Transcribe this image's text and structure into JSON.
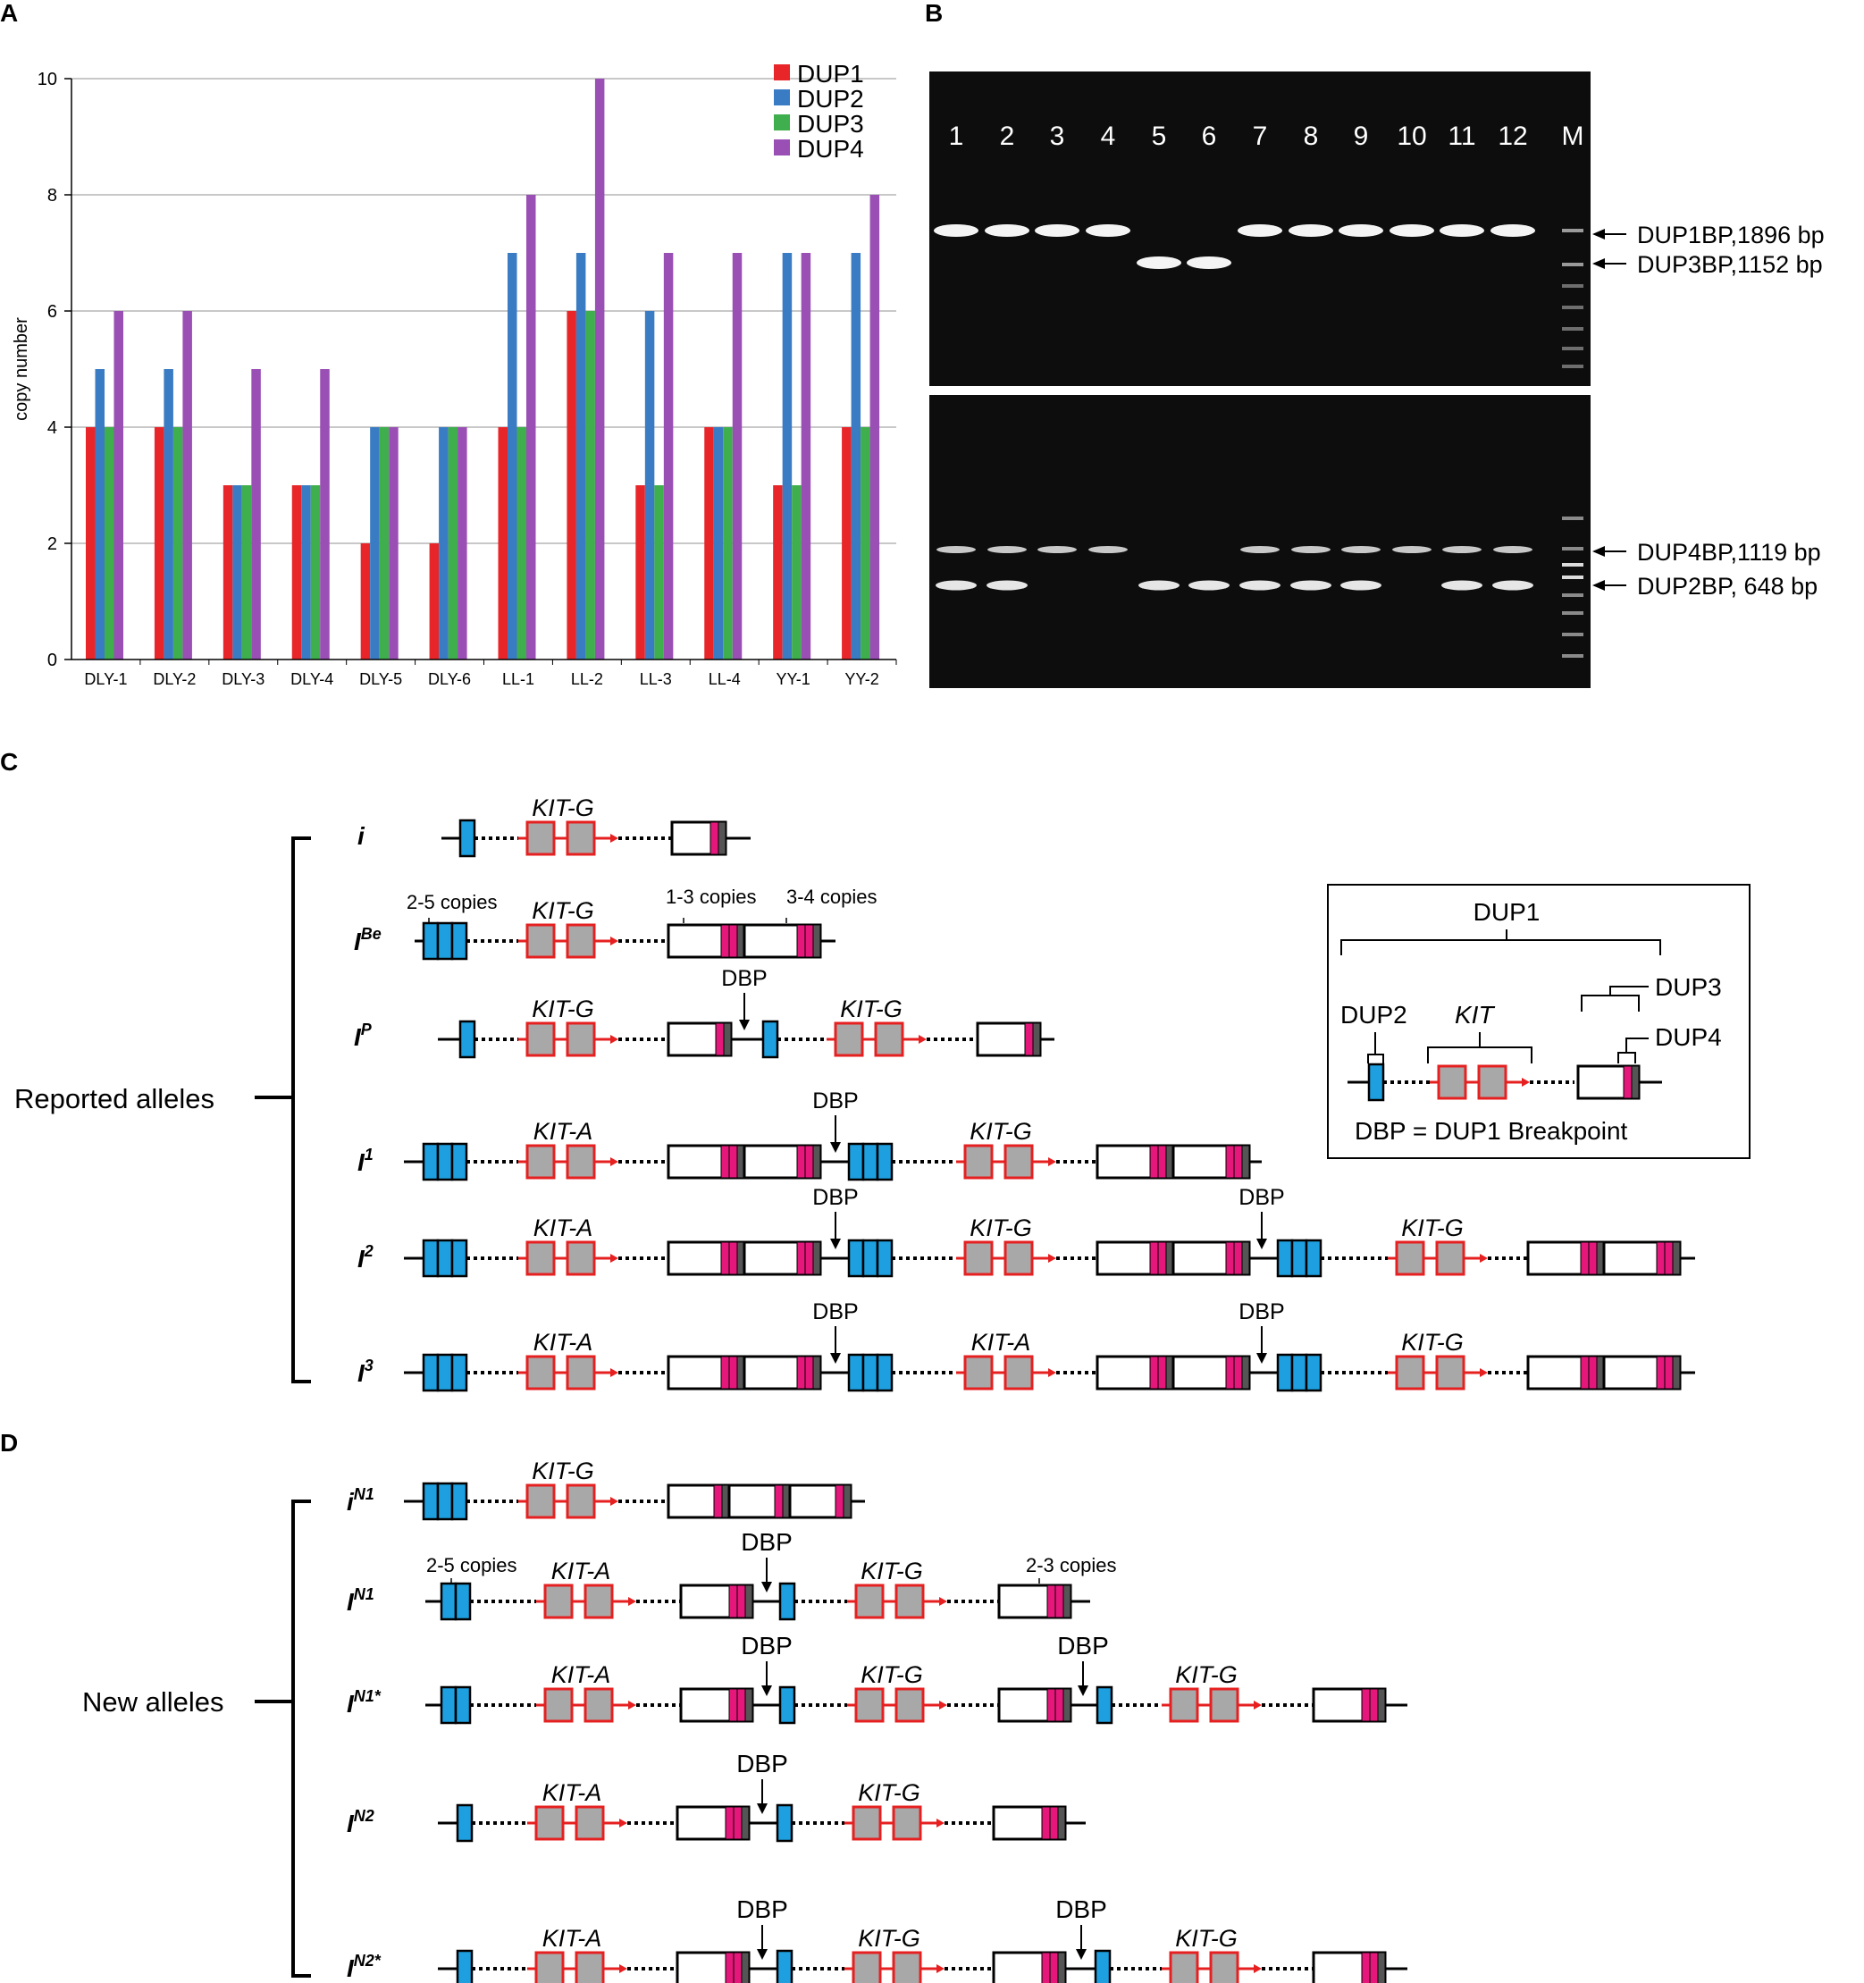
{
  "panel_labels": [
    "A",
    "B",
    "C",
    "D"
  ],
  "colors": {
    "dup1": "#e8262a",
    "dup2": "#3a7cc4",
    "dup3": "#3fae4c",
    "dup4": "#9a4fb5",
    "blue_box": "#1ea0e0",
    "magenta": "#e5177b",
    "grey": "#a8a8a8",
    "red_line": "#e62020",
    "gel_bg": "#0d0d0d"
  },
  "chart_data": {
    "type": "bar",
    "ylabel": "copy number",
    "xlabel": "",
    "ylim": [
      0,
      10
    ],
    "yticks": [
      0,
      2,
      4,
      6,
      8,
      10
    ],
    "grid": true,
    "legend_position": "top-right",
    "categories": [
      "DLY-1",
      "DLY-2",
      "DLY-3",
      "DLY-4",
      "DLY-5",
      "DLY-6",
      "LL-1",
      "LL-2",
      "LL-3",
      "LL-4",
      "YY-1",
      "YY-2"
    ],
    "series": [
      {
        "name": "DUP1",
        "color": "#e8262a",
        "values": [
          4,
          4,
          3,
          3,
          2,
          2,
          4,
          6,
          3,
          4,
          3,
          4
        ]
      },
      {
        "name": "DUP2",
        "color": "#3a7cc4",
        "values": [
          5,
          5,
          3,
          3,
          4,
          4,
          7,
          7,
          6,
          4,
          7,
          7
        ]
      },
      {
        "name": "DUP3",
        "color": "#3fae4c",
        "values": [
          4,
          4,
          3,
          3,
          4,
          4,
          4,
          6,
          3,
          4,
          3,
          4
        ]
      },
      {
        "name": "DUP4",
        "color": "#9a4fb5",
        "values": [
          6,
          6,
          5,
          5,
          4,
          4,
          8,
          10,
          7,
          7,
          7,
          8
        ]
      }
    ]
  },
  "gel": {
    "lanes": [
      "1",
      "2",
      "3",
      "4",
      "5",
      "6",
      "7",
      "8",
      "9",
      "10",
      "11",
      "12",
      "M"
    ],
    "top_bands": [
      "DUP1BP,1896 bp",
      "DUP3BP,1152 bp"
    ],
    "bottom_bands": [
      "DUP4BP,1119 bp",
      "DUP2BP, 648 bp"
    ],
    "top_lane_band": [
      "DUP1",
      "DUP1",
      "DUP1",
      "DUP1",
      "DUP3",
      "DUP3",
      "DUP1",
      "DUP1",
      "DUP1",
      "DUP1",
      "DUP1",
      "DUP1"
    ],
    "bottom_lane_dup4": [
      true,
      true,
      true,
      true,
      false,
      false,
      true,
      true,
      true,
      true,
      true,
      true
    ],
    "bottom_lane_dup2": [
      true,
      true,
      false,
      false,
      true,
      true,
      true,
      true,
      true,
      false,
      true,
      true
    ]
  },
  "panel_c": {
    "group": "Reported alleles",
    "alleles": [
      {
        "base": "i",
        "sup": ""
      },
      {
        "base": "I",
        "sup": "Be"
      },
      {
        "base": "I",
        "sup": "P"
      },
      {
        "base": "I",
        "sup": "1"
      },
      {
        "base": "I",
        "sup": "2"
      },
      {
        "base": "I",
        "sup": "3"
      }
    ],
    "kit_g": "KIT-G",
    "kit_a": "KIT-A",
    "dbp": "DBP",
    "notes": [
      "2-5 copies",
      "1-3 copies",
      "3-4 copies"
    ]
  },
  "inset": {
    "dup1": "DUP1",
    "dup2": "DUP2",
    "dup3": "DUP3",
    "dup4": "DUP4",
    "kit": "KIT",
    "legend": "DBP = DUP1 Breakpoint"
  },
  "panel_d": {
    "group": "New alleles",
    "alleles": [
      {
        "base": "i",
        "sup": "N1"
      },
      {
        "base": "I",
        "sup": "N1"
      },
      {
        "base": "I",
        "sup": "N1*"
      },
      {
        "base": "I",
        "sup": "N2"
      },
      {
        "base": "I",
        "sup": "N2*"
      }
    ],
    "notes": [
      "2-5 copies",
      "2-3 copies"
    ]
  }
}
